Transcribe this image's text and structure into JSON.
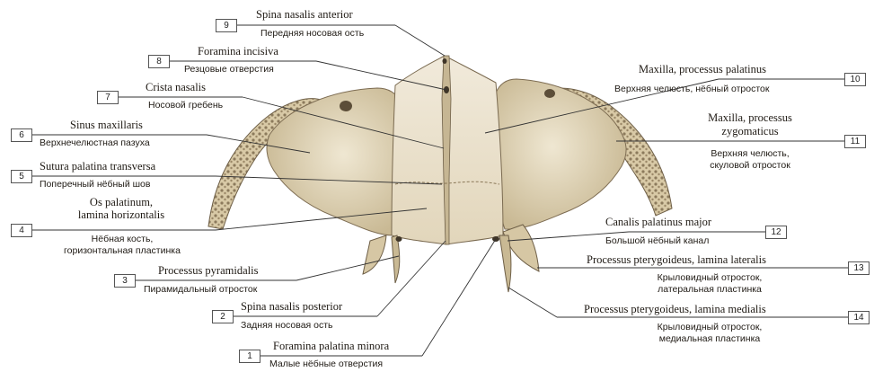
{
  "labels": {
    "l1": {
      "num": "1",
      "latin": "Foramina palatina minora",
      "russian": "Малые нёбные отверстия"
    },
    "l2": {
      "num": "2",
      "latin": "Spina nasalis posterior",
      "russian": "Задняя носовая ость"
    },
    "l3": {
      "num": "3",
      "latin": "Processus pyramidalis",
      "russian": "Пирамидальный отросток"
    },
    "l4": {
      "num": "4",
      "latin1": "Os palatinum,",
      "latin2": "lamina horizontalis",
      "russian1": "Нёбная кость,",
      "russian2": "горизонтальная пластинка"
    },
    "l5": {
      "num": "5",
      "latin": "Sutura palatina transversa",
      "russian": "Поперечный нёбный шов"
    },
    "l6": {
      "num": "6",
      "latin": "Sinus maxillaris",
      "russian": "Верхнечелюстная пазуха"
    },
    "l7": {
      "num": "7",
      "latin": "Crista nasalis",
      "russian": "Носовой гребень"
    },
    "l8": {
      "num": "8",
      "latin": "Foramina incisiva",
      "russian": "Резцовые отверстия"
    },
    "l9": {
      "num": "9",
      "latin": "Spina nasalis anterior",
      "russian": "Передняя носовая ость"
    },
    "l10": {
      "num": "10",
      "latin": "Maxilla, processus palatinus",
      "russian": "Верхняя челюсть, нёбный отросток"
    },
    "l11": {
      "num": "11",
      "latin1": "Maxilla, processus",
      "latin2": "zygomaticus",
      "russian1": "Верхняя челюсть,",
      "russian2": "скуловой отросток"
    },
    "l12": {
      "num": "12",
      "latin": "Canalis palatinus major",
      "russian": "Большой нёбный канал"
    },
    "l13": {
      "num": "13",
      "latin": "Processus pterygoideus, lamina lateralis",
      "russian1": "Крыловидный отросток,",
      "russian2": "латеральная пластинка"
    },
    "l14": {
      "num": "14",
      "latin": "Processus pterygoideus, lamina medialis",
      "russian1": "Крыловидный отросток,",
      "russian2": "медиальная пластинка"
    }
  },
  "colors": {
    "bone": "#e9dfc6",
    "bone_shadow": "#cdbf9f",
    "bone_dark": "#a8977a",
    "leader": "#333333"
  }
}
